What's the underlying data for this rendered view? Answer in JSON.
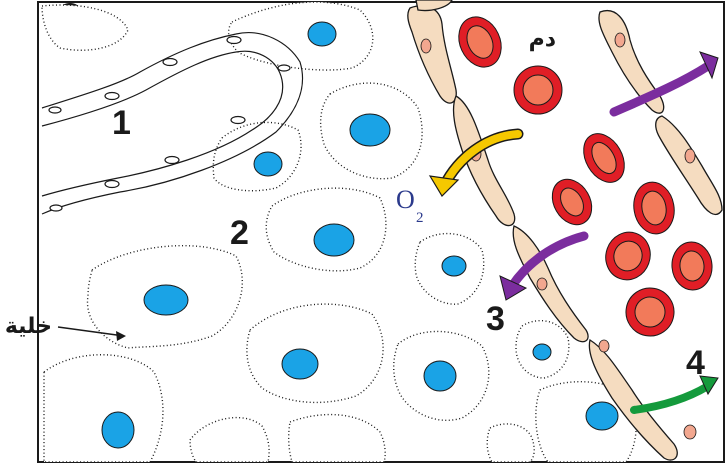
{
  "labels": {
    "region_1": "1",
    "region_2": "2",
    "region_3": "3",
    "region_4": "4",
    "blood": "دم",
    "cell": "خلية",
    "oxygen": "O",
    "oxygen_subscript": "2"
  },
  "colors": {
    "nucleus": "#1aa3e6",
    "red_cell_outer": "#e01e26",
    "red_cell_inner": "#f27a5a",
    "endothelial": "#f5dcc0",
    "endothelial_nucleus": "#f2a78f",
    "arrow_yellow": "#f5c800",
    "arrow_purple": "#7b2d9e",
    "arrow_green": "#149a3c",
    "outline": "#1a1a1a"
  },
  "icons": {
    "arrow_o2": "yellow-curved-arrow-icon",
    "arrow_region3": "purple-curved-arrow-icon",
    "arrow_top_right": "purple-curved-arrow-icon",
    "arrow_region4": "green-curved-arrow-icon"
  }
}
